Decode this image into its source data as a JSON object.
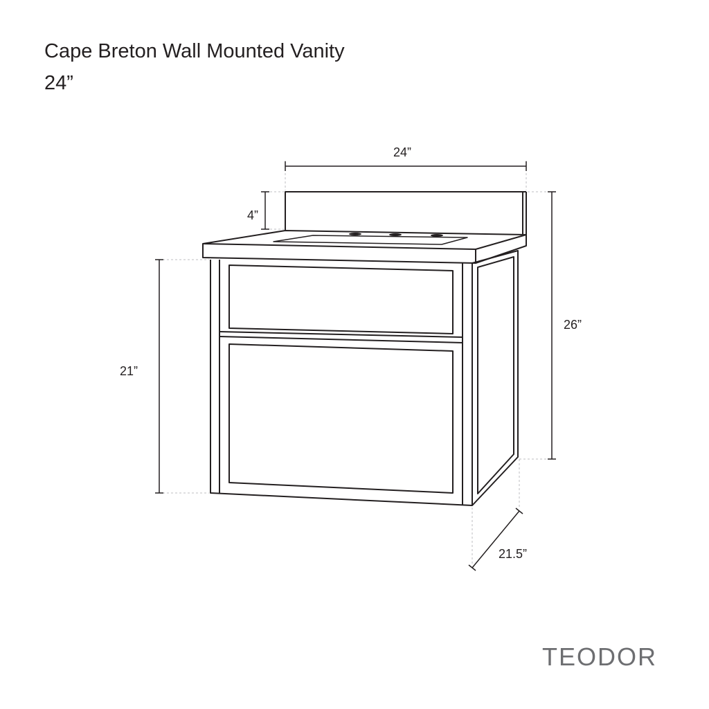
{
  "title": "Cape Breton Wall Mounted Vanity",
  "subtitle": "24”",
  "brand": "TEODOR",
  "dimensions": {
    "width": "24”",
    "backsplash_height": "4”",
    "cabinet_height": "21”",
    "total_height": "26”",
    "depth": "21.5”"
  },
  "colors": {
    "line": "#231f20",
    "guide": "#bcbec0"
  }
}
